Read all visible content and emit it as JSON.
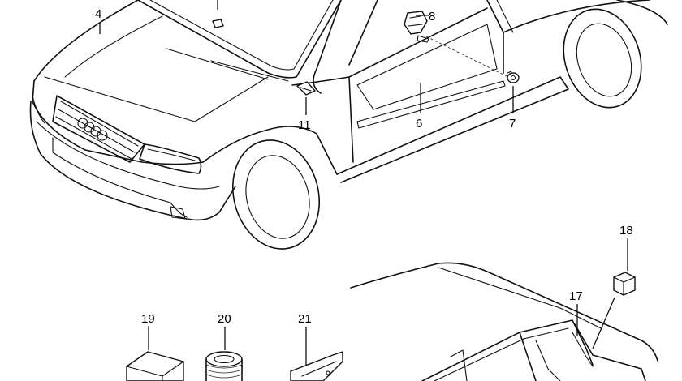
{
  "callouts": {
    "c4": "4",
    "c6": "6",
    "c7": "7",
    "c8": "8",
    "c11": "11",
    "c17": "17",
    "c18": "18",
    "c19": "19",
    "c20": "20",
    "c21": "21"
  },
  "icons": {
    "logo": "four-rings-logo-icon"
  }
}
